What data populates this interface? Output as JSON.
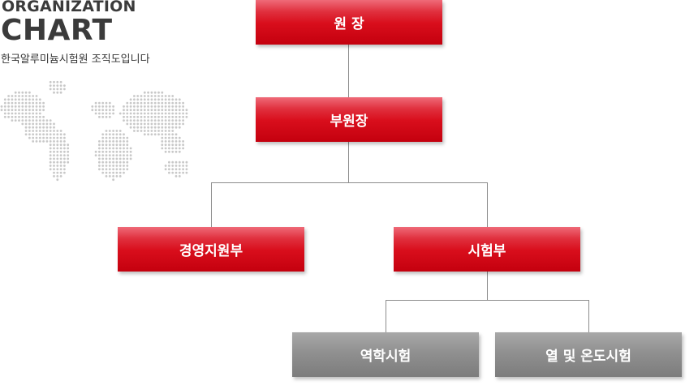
{
  "header": {
    "top": "ORGANIZATION",
    "main": "CHART",
    "subtitle": "한국알루미늄시험원 조직도입니다"
  },
  "nodes": {
    "director": "원 장",
    "vice_director": "부원장",
    "management": "경영지원부",
    "testing": "시험부",
    "mechanical": "역학시험",
    "thermal": "열 및 온도시험"
  },
  "colors": {
    "red_box": "#d90e1c",
    "gray_box": "#8c8c8c",
    "connector": "#8c8c8c",
    "title_text": "#3b3b3b",
    "map_dots": "#c8c8c8"
  },
  "icons": {
    "map": "world-map-dot-icon"
  }
}
